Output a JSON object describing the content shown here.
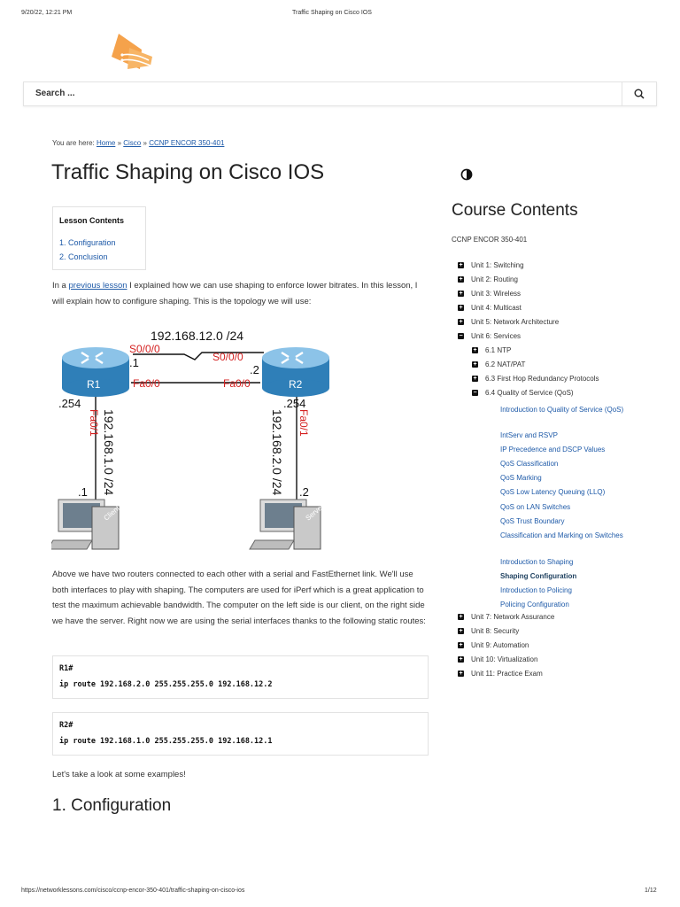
{
  "print_header": {
    "datetime": "9/20/22, 12:21 PM",
    "page_title": "Traffic Shaping on Cisco IOS"
  },
  "print_footer": {
    "url": "https://networklessons.com/cisco/ccnp-encor-350-401/traffic-shaping-on-cisco-ios",
    "page": "1/12"
  },
  "search": {
    "placeholder": "Search ..."
  },
  "breadcrumb": {
    "prefix": "You are here:",
    "items": [
      "Home",
      "Cisco",
      "CCNP ENCOR 350-401"
    ],
    "separator": "»"
  },
  "article": {
    "title": "Traffic Shaping on Cisco IOS",
    "lesson_contents": {
      "heading": "Lesson Contents",
      "items": [
        "1. Configuration",
        "2. Conclusion"
      ]
    },
    "intro": {
      "before_link": "In a ",
      "link": "previous lesson",
      "after_link": " I explained how we can use shaping to enforce lower bitrates. In this lesson, I will explain how to configure shaping. This is the topology we will use:"
    },
    "diagram": {
      "network_top": "192.168.12.0 /24",
      "s0_left": "S0/0/0",
      "s0_right": "S0/0/0",
      "dot1": ".1",
      "dot2": ".2",
      "r1": "R1",
      "r2": "R2",
      "fa00_left": "Fa0/0",
      "fa00_right": "Fa0/0",
      "lan_left_ip": ".254",
      "lan_right_ip": ".254",
      "fa01_left": "Fa0/1",
      "fa01_right": "Fa0/1",
      "net_left": "192.168.1.0 /24",
      "net_right": "192.168.2.0 /24",
      "client_ip": ".1",
      "server_ip": ".2",
      "client_label": "Client",
      "server_label": "Server"
    },
    "para2": "Above we have two routers connected to each other with a serial and FastEthernet link. We'll use both interfaces to play with shaping. The computers are used for iPerf which is a great application to test the maximum achievable bandwidth. The computer on the left side is our client, on the right side we have the server. Right now we are using the serial interfaces thanks to the following static routes:",
    "code1": {
      "prompt": "R1#",
      "cmd": "ip route 192.168.2.0 255.255.255.0 192.168.12.2"
    },
    "code2": {
      "prompt": "R2#",
      "cmd": "ip route 192.168.1.0 255.255.255.0 192.168.12.1"
    },
    "para3": "Let's take a look at some examples!",
    "section_heading": "1. Configuration"
  },
  "sidebar": {
    "title": "Course Contents",
    "course": "CCNP ENCOR 350-401",
    "units": [
      "Unit 1: Switching",
      "Unit 2: Routing",
      "Unit 3: Wireless",
      "Unit 4: Multicast",
      "Unit 5: Network Architecture",
      "Unit 6: Services"
    ],
    "unit6_items": [
      "6.1 NTP",
      "6.2 NAT/PAT",
      "6.3 First Hop Redundancy Protocols",
      "6.4 Quality of Service (QoS)"
    ],
    "qos_items": [
      "Introduction to Quality of Service (QoS)",
      "IntServ and RSVP",
      "IP Precedence and DSCP Values",
      "QoS Classification",
      "QoS Marking",
      "QoS Low Latency Queuing (LLQ)",
      "QoS on LAN Switches",
      "QoS Trust Boundary",
      "Classification and Marking on Switches",
      "Introduction to Shaping",
      "Shaping Configuration",
      "Introduction to Policing",
      "Policing Configuration"
    ],
    "units_after": [
      "Unit 7: Network Assurance",
      "Unit 8: Security",
      "Unit 9: Automation",
      "Unit 10: Virtualization",
      "Unit 11: Practice Exam"
    ],
    "expand_symbol": "+",
    "collapse_symbol": "−"
  },
  "colors": {
    "link": "#1e5aa8",
    "logo": "#f5a24b",
    "interface_red": "#d42020",
    "router_blue": "#2f7fb8"
  },
  "icons": [
    "logo-icon",
    "search-icon",
    "contrast-toggle-icon"
  ]
}
